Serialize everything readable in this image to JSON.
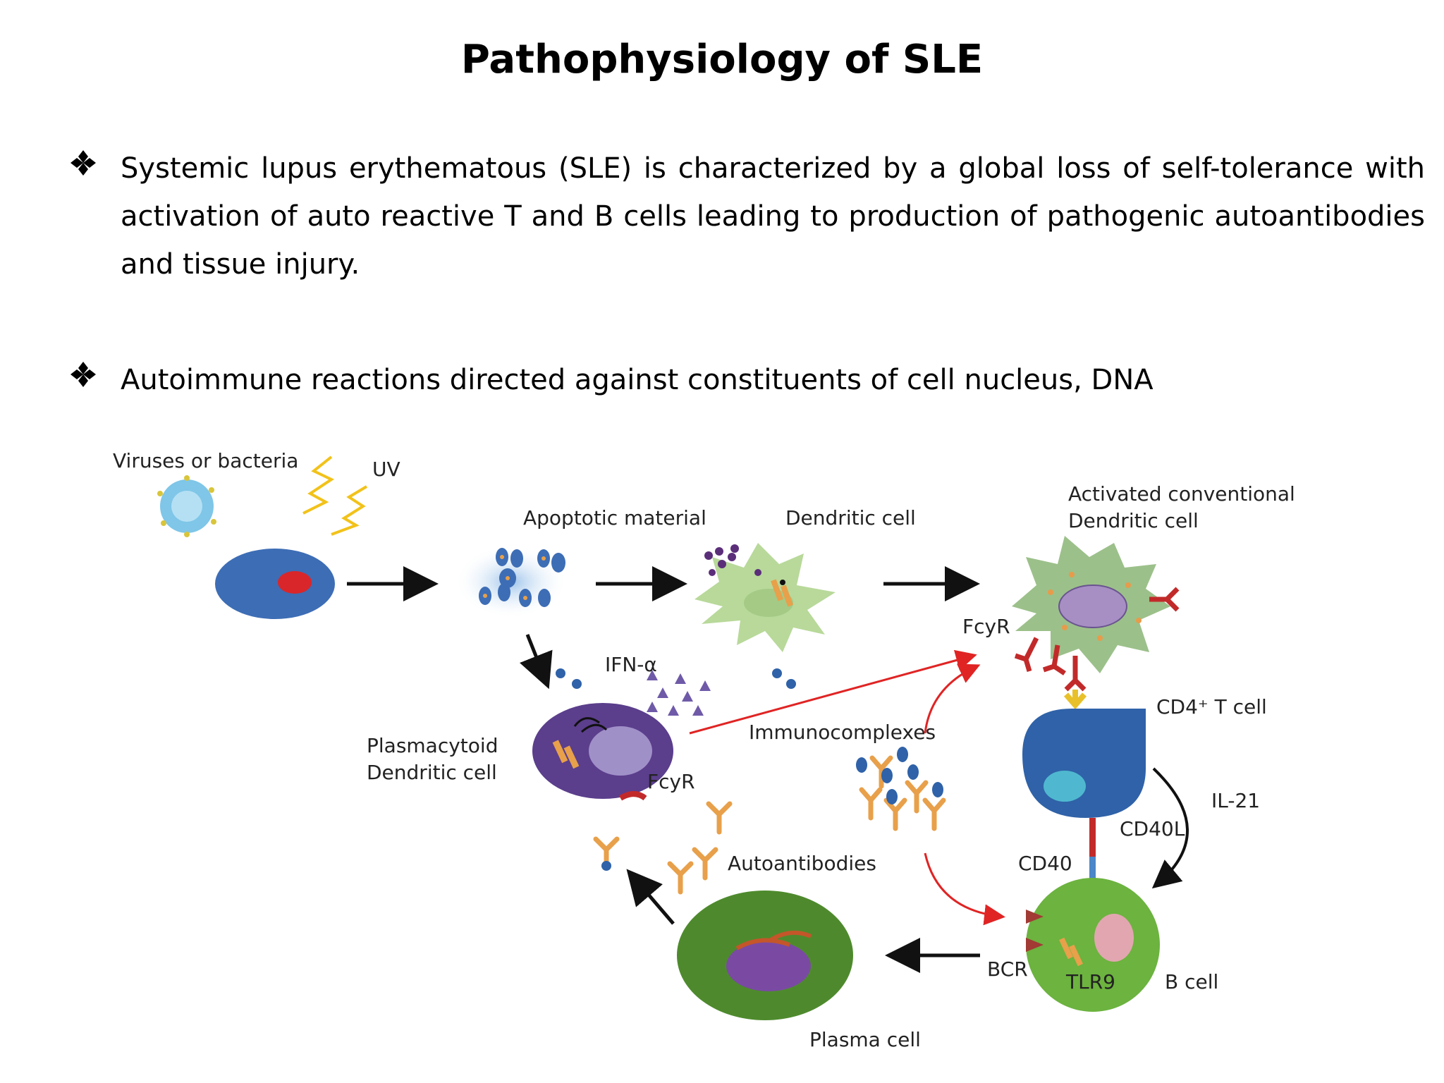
{
  "slide": {
    "title": "Pathophysiology of SLE",
    "bullets": [
      "Systemic lupus erythematous (SLE) is characterized by a global loss of self-tolerance with activation of auto reactive T and B cells leading to production of pathogenic autoantibodies and tissue injury.",
      "Autoimmune reactions directed against constituents of cell nucleus, DNA"
    ],
    "bullet_icon": "four-diamond-bullet-icon"
  },
  "diagram": {
    "labels": {
      "viruses": "Viruses or bacteria",
      "uv": "UV",
      "apoptotic": "Apoptotic material",
      "dendritic": "Dendritic cell",
      "activated_1": "Activated conventional",
      "activated_2": "Dendritic cell",
      "fcyr_top": "FcyR",
      "ifn": "IFN-α",
      "plasmacytoid_1": "Plasmacytoid",
      "plasmacytoid_2": "Dendritic cell",
      "fcyr_mid": "FcyR",
      "immunocomplexes": "Immunocomplexes",
      "cd4": "CD4⁺ T cell",
      "il21": "IL-21",
      "cd40l": "CD40L",
      "cd40": "CD40",
      "autoantibodies": "Autoantibodies",
      "bcr": "BCR",
      "tlr9": "TLR9",
      "bcell": "B cell",
      "plasma": "Plasma cell"
    },
    "colors": {
      "cell_blue": "#3d6db5",
      "nucleus_red": "#d9262a",
      "dendritic_green": "#b8d99a",
      "plasmacytoid_purple": "#5b3e8c",
      "bcell_green": "#6cb33f",
      "plasma_green": "#4e8a2d",
      "antibody_orange": "#e8a04a",
      "receptor_red": "#c22a2a",
      "arrow_red": "#e02424"
    }
  }
}
